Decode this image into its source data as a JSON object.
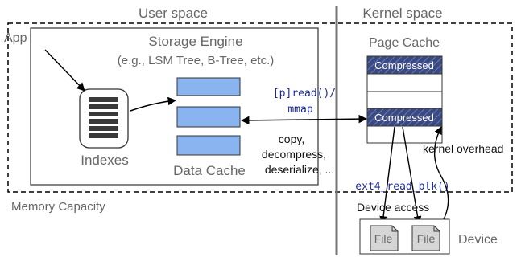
{
  "regions": {
    "user_space": "User space",
    "kernel_space": "Kernel space",
    "memory_capacity": "Memory Capacity"
  },
  "app": {
    "label": "App"
  },
  "storage_engine": {
    "title": "Storage Engine",
    "subtitle": "(e.g., LSM Tree, B-Tree, etc.)",
    "indexes_label": "Indexes",
    "data_cache_label": "Data Cache"
  },
  "page_cache": {
    "title": "Page Cache",
    "slots": [
      "Compressed",
      "",
      "",
      "Compressed",
      ""
    ]
  },
  "calls": {
    "read_line1": "[p]read()/",
    "read_line2": "mmap",
    "blk": "ext4_read_blk()"
  },
  "overheads": {
    "user_line1": "copy,",
    "user_line2": "decompress,",
    "user_line3": "deserialize, ...",
    "kernel": "kernel overhead",
    "device_access": "Device access"
  },
  "device": {
    "label": "Device",
    "files": [
      "File",
      "File"
    ]
  },
  "colors": {
    "cache_blue": "#8ab4f0",
    "compressed_fill": "#3a4a80",
    "index_icon": "#3a3a3a"
  }
}
